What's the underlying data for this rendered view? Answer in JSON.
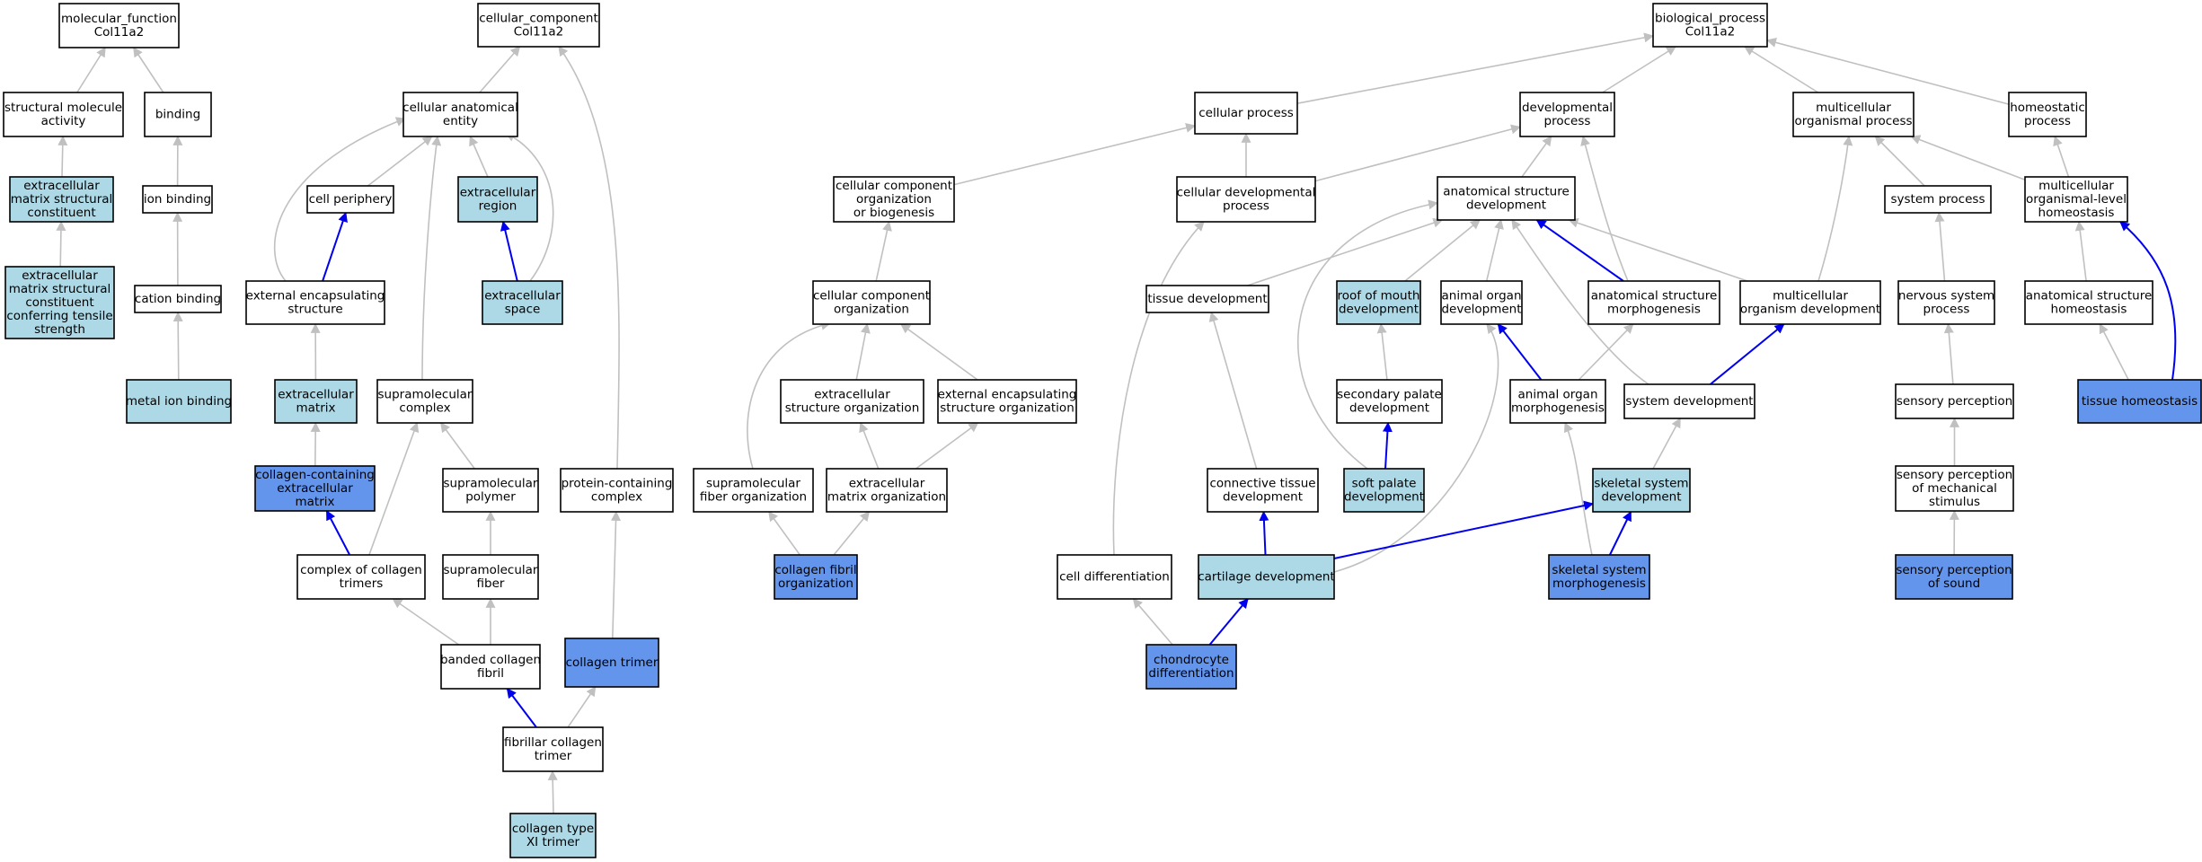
{
  "colors": {
    "plain": "#ffffff",
    "light": "#add8e6",
    "dark": "#6495ed",
    "edge_grey": "#c0c0c0",
    "edge_blue": "#0000ee"
  },
  "nodes": [
    {
      "id": "mf",
      "lines": [
        "molecular_function",
        "Col11a2"
      ],
      "fill": "plain"
    },
    {
      "id": "sma",
      "lines": [
        "structural molecule",
        "activity"
      ],
      "fill": "plain"
    },
    {
      "id": "binding",
      "lines": [
        "binding"
      ],
      "fill": "plain"
    },
    {
      "id": "ecmsc",
      "lines": [
        "extracellular",
        "matrix structural",
        "constituent"
      ],
      "fill": "light"
    },
    {
      "id": "ionb",
      "lines": [
        "ion binding"
      ],
      "fill": "plain"
    },
    {
      "id": "ecmts",
      "lines": [
        "extracellular",
        "matrix structural",
        "constituent",
        "conferring tensile",
        "strength"
      ],
      "fill": "light"
    },
    {
      "id": "cationb",
      "lines": [
        "cation binding"
      ],
      "fill": "plain"
    },
    {
      "id": "metal",
      "lines": [
        "metal ion binding"
      ],
      "fill": "light"
    },
    {
      "id": "cc",
      "lines": [
        "cellular_component",
        "Col11a2"
      ],
      "fill": "plain"
    },
    {
      "id": "cae",
      "lines": [
        "cellular anatomical",
        "entity"
      ],
      "fill": "plain"
    },
    {
      "id": "cperiph",
      "lines": [
        "cell periphery"
      ],
      "fill": "plain"
    },
    {
      "id": "ecreg",
      "lines": [
        "extracellular",
        "region"
      ],
      "fill": "light"
    },
    {
      "id": "ees",
      "lines": [
        "external encapsulating",
        "structure"
      ],
      "fill": "plain"
    },
    {
      "id": "ecspace",
      "lines": [
        "extracellular",
        "space"
      ],
      "fill": "light"
    },
    {
      "id": "ecmatrix",
      "lines": [
        "extracellular",
        "matrix"
      ],
      "fill": "light"
    },
    {
      "id": "supcomplex",
      "lines": [
        "supramolecular",
        "complex"
      ],
      "fill": "plain"
    },
    {
      "id": "ccecm",
      "lines": [
        "collagen-containing",
        "extracellular",
        "matrix"
      ],
      "fill": "dark"
    },
    {
      "id": "suppoly",
      "lines": [
        "supramolecular",
        "polymer"
      ],
      "fill": "plain"
    },
    {
      "id": "protcc",
      "lines": [
        "protein-containing",
        "complex"
      ],
      "fill": "plain"
    },
    {
      "id": "cct",
      "lines": [
        "complex of collagen",
        "trimers"
      ],
      "fill": "plain"
    },
    {
      "id": "supfiber",
      "lines": [
        "supramolecular",
        "fiber"
      ],
      "fill": "plain"
    },
    {
      "id": "bcf",
      "lines": [
        "banded collagen",
        "fibril"
      ],
      "fill": "plain"
    },
    {
      "id": "coltrimer",
      "lines": [
        "collagen trimer"
      ],
      "fill": "dark"
    },
    {
      "id": "fct",
      "lines": [
        "fibrillar collagen",
        "trimer"
      ],
      "fill": "plain"
    },
    {
      "id": "ct11",
      "lines": [
        "collagen type",
        "XI trimer"
      ],
      "fill": "light"
    },
    {
      "id": "bp",
      "lines": [
        "biological_process",
        "Col11a2"
      ],
      "fill": "plain"
    },
    {
      "id": "cellproc",
      "lines": [
        "cellular process"
      ],
      "fill": "plain"
    },
    {
      "id": "devproc",
      "lines": [
        "developmental",
        "process"
      ],
      "fill": "plain"
    },
    {
      "id": "multiproc",
      "lines": [
        "multicellular",
        "organismal process"
      ],
      "fill": "plain"
    },
    {
      "id": "homeo",
      "lines": [
        "homeostatic",
        "process"
      ],
      "fill": "plain"
    },
    {
      "id": "ccob",
      "lines": [
        "cellular component",
        "organization",
        "or biogenesis"
      ],
      "fill": "plain"
    },
    {
      "id": "cdp",
      "lines": [
        "cellular developmental",
        "process"
      ],
      "fill": "plain"
    },
    {
      "id": "asd",
      "lines": [
        "anatomical structure",
        "development"
      ],
      "fill": "plain"
    },
    {
      "id": "sysproc",
      "lines": [
        "system process"
      ],
      "fill": "plain"
    },
    {
      "id": "mlh",
      "lines": [
        "multicellular",
        "organismal-level",
        "homeostasis"
      ],
      "fill": "plain"
    },
    {
      "id": "cco",
      "lines": [
        "cellular component",
        "organization"
      ],
      "fill": "plain"
    },
    {
      "id": "tissdev",
      "lines": [
        "tissue development"
      ],
      "fill": "plain"
    },
    {
      "id": "roofdev",
      "lines": [
        "roof of mouth",
        "development"
      ],
      "fill": "light"
    },
    {
      "id": "aod",
      "lines": [
        "animal organ",
        "development"
      ],
      "fill": "plain"
    },
    {
      "id": "asm",
      "lines": [
        "anatomical structure",
        "morphogenesis"
      ],
      "fill": "plain"
    },
    {
      "id": "mod",
      "lines": [
        "multicellular",
        "organism development"
      ],
      "fill": "plain"
    },
    {
      "id": "nsp",
      "lines": [
        "nervous system",
        "process"
      ],
      "fill": "plain"
    },
    {
      "id": "ash",
      "lines": [
        "anatomical structure",
        "homeostasis"
      ],
      "fill": "plain"
    },
    {
      "id": "ecso",
      "lines": [
        "extracellular",
        "structure organization"
      ],
      "fill": "plain"
    },
    {
      "id": "eeso",
      "lines": [
        "external encapsulating",
        "structure organization"
      ],
      "fill": "plain"
    },
    {
      "id": "spd",
      "lines": [
        "secondary palate",
        "development"
      ],
      "fill": "plain"
    },
    {
      "id": "aom",
      "lines": [
        "animal organ",
        "morphogenesis"
      ],
      "fill": "plain"
    },
    {
      "id": "sysdev",
      "lines": [
        "system development"
      ],
      "fill": "plain"
    },
    {
      "id": "sensperc",
      "lines": [
        "sensory perception"
      ],
      "fill": "plain"
    },
    {
      "id": "tisshomeo",
      "lines": [
        "tissue homeostasis"
      ],
      "fill": "dark"
    },
    {
      "id": "sfo",
      "lines": [
        "supramolecular",
        "fiber organization"
      ],
      "fill": "plain"
    },
    {
      "id": "ecmo",
      "lines": [
        "extracellular",
        "matrix organization"
      ],
      "fill": "plain"
    },
    {
      "id": "ctd",
      "lines": [
        "connective tissue",
        "development"
      ],
      "fill": "plain"
    },
    {
      "id": "spald",
      "lines": [
        "soft palate",
        "development"
      ],
      "fill": "light"
    },
    {
      "id": "ssd",
      "lines": [
        "skeletal system",
        "development"
      ],
      "fill": "light"
    },
    {
      "id": "spms",
      "lines": [
        "sensory perception",
        "of mechanical",
        "stimulus"
      ],
      "fill": "plain"
    },
    {
      "id": "cfo",
      "lines": [
        "collagen fibril",
        "organization"
      ],
      "fill": "dark"
    },
    {
      "id": "celldiff",
      "lines": [
        "cell differentiation"
      ],
      "fill": "plain"
    },
    {
      "id": "cartdev",
      "lines": [
        "cartilage development"
      ],
      "fill": "light"
    },
    {
      "id": "ssm",
      "lines": [
        "skeletal system",
        "morphogenesis"
      ],
      "fill": "dark"
    },
    {
      "id": "spsound",
      "lines": [
        "sensory perception",
        "of sound"
      ],
      "fill": "dark"
    },
    {
      "id": "chondro",
      "lines": [
        "chondrocyte",
        "differentiation"
      ],
      "fill": "dark"
    }
  ],
  "edges": [
    {
      "from": "sma",
      "to": "mf",
      "kind": "grey"
    },
    {
      "from": "binding",
      "to": "mf",
      "kind": "grey"
    },
    {
      "from": "ecmsc",
      "to": "sma",
      "kind": "grey"
    },
    {
      "from": "ionb",
      "to": "binding",
      "kind": "grey"
    },
    {
      "from": "ecmts",
      "to": "ecmsc",
      "kind": "grey"
    },
    {
      "from": "cationb",
      "to": "ionb",
      "kind": "grey"
    },
    {
      "from": "metal",
      "to": "cationb",
      "kind": "grey"
    },
    {
      "from": "cae",
      "to": "cc",
      "kind": "grey"
    },
    {
      "from": "protcc",
      "to": "cc",
      "kind": "grey"
    },
    {
      "from": "cperiph",
      "to": "cae",
      "kind": "grey"
    },
    {
      "from": "ecreg",
      "to": "cae",
      "kind": "grey"
    },
    {
      "from": "ees",
      "to": "cae",
      "kind": "grey"
    },
    {
      "from": "ecspace",
      "to": "cae",
      "kind": "grey"
    },
    {
      "from": "supcomplex",
      "to": "cae",
      "kind": "grey"
    },
    {
      "from": "ees",
      "to": "cperiph",
      "kind": "blue"
    },
    {
      "from": "ecspace",
      "to": "ecreg",
      "kind": "blue"
    },
    {
      "from": "ecmatrix",
      "to": "ees",
      "kind": "grey"
    },
    {
      "from": "ccecm",
      "to": "ecmatrix",
      "kind": "grey"
    },
    {
      "from": "suppoly",
      "to": "supcomplex",
      "kind": "grey"
    },
    {
      "from": "cct",
      "to": "supcomplex",
      "kind": "grey"
    },
    {
      "from": "cct",
      "to": "ccecm",
      "kind": "blue"
    },
    {
      "from": "supfiber",
      "to": "suppoly",
      "kind": "grey"
    },
    {
      "from": "bcf",
      "to": "supfiber",
      "kind": "grey"
    },
    {
      "from": "bcf",
      "to": "cct",
      "kind": "grey"
    },
    {
      "from": "coltrimer",
      "to": "protcc",
      "kind": "grey"
    },
    {
      "from": "fct",
      "to": "bcf",
      "kind": "blue"
    },
    {
      "from": "fct",
      "to": "coltrimer",
      "kind": "grey"
    },
    {
      "from": "ct11",
      "to": "fct",
      "kind": "grey"
    },
    {
      "from": "cellproc",
      "to": "bp",
      "kind": "grey"
    },
    {
      "from": "devproc",
      "to": "bp",
      "kind": "grey"
    },
    {
      "from": "multiproc",
      "to": "bp",
      "kind": "grey"
    },
    {
      "from": "homeo",
      "to": "bp",
      "kind": "grey"
    },
    {
      "from": "ccob",
      "to": "cellproc",
      "kind": "grey"
    },
    {
      "from": "cdp",
      "to": "cellproc",
      "kind": "grey"
    },
    {
      "from": "cdp",
      "to": "devproc",
      "kind": "grey"
    },
    {
      "from": "asd",
      "to": "devproc",
      "kind": "grey"
    },
    {
      "from": "asm",
      "to": "devproc",
      "kind": "grey"
    },
    {
      "from": "sysproc",
      "to": "multiproc",
      "kind": "grey"
    },
    {
      "from": "mlh",
      "to": "multiproc",
      "kind": "grey"
    },
    {
      "from": "mod",
      "to": "multiproc",
      "kind": "grey"
    },
    {
      "from": "mlh",
      "to": "homeo",
      "kind": "grey"
    },
    {
      "from": "cco",
      "to": "ccob",
      "kind": "grey"
    },
    {
      "from": "celldiff",
      "to": "cdp",
      "kind": "grey"
    },
    {
      "from": "tissdev",
      "to": "asd",
      "kind": "grey"
    },
    {
      "from": "roofdev",
      "to": "asd",
      "kind": "grey"
    },
    {
      "from": "aod",
      "to": "asd",
      "kind": "grey"
    },
    {
      "from": "asm",
      "to": "asd",
      "kind": "blue"
    },
    {
      "from": "mod",
      "to": "asd",
      "kind": "grey"
    },
    {
      "from": "sysdev",
      "to": "asd",
      "kind": "grey"
    },
    {
      "from": "spald",
      "to": "asd",
      "kind": "grey"
    },
    {
      "from": "nsp",
      "to": "sysproc",
      "kind": "grey"
    },
    {
      "from": "ash",
      "to": "mlh",
      "kind": "grey"
    },
    {
      "from": "tisshomeo",
      "to": "mlh",
      "kind": "blue"
    },
    {
      "from": "ecso",
      "to": "cco",
      "kind": "grey"
    },
    {
      "from": "eeso",
      "to": "cco",
      "kind": "grey"
    },
    {
      "from": "sfo",
      "to": "cco",
      "kind": "grey"
    },
    {
      "from": "ctd",
      "to": "tissdev",
      "kind": "grey"
    },
    {
      "from": "spd",
      "to": "roofdev",
      "kind": "grey"
    },
    {
      "from": "aom",
      "to": "aod",
      "kind": "blue"
    },
    {
      "from": "cartdev",
      "to": "aod",
      "kind": "grey"
    },
    {
      "from": "aom",
      "to": "asm",
      "kind": "grey"
    },
    {
      "from": "sysdev",
      "to": "mod",
      "kind": "blue"
    },
    {
      "from": "sensperc",
      "to": "nsp",
      "kind": "grey"
    },
    {
      "from": "tisshomeo",
      "to": "ash",
      "kind": "grey"
    },
    {
      "from": "ecmo",
      "to": "ecso",
      "kind": "grey"
    },
    {
      "from": "ecmo",
      "to": "eeso",
      "kind": "grey"
    },
    {
      "from": "spald",
      "to": "spd",
      "kind": "blue"
    },
    {
      "from": "ssm",
      "to": "aom",
      "kind": "grey"
    },
    {
      "from": "ssd",
      "to": "sysdev",
      "kind": "grey"
    },
    {
      "from": "spms",
      "to": "sensperc",
      "kind": "grey"
    },
    {
      "from": "cfo",
      "to": "sfo",
      "kind": "grey"
    },
    {
      "from": "cfo",
      "to": "ecmo",
      "kind": "grey"
    },
    {
      "from": "cartdev",
      "to": "ctd",
      "kind": "blue"
    },
    {
      "from": "cartdev",
      "to": "ssd",
      "kind": "blue"
    },
    {
      "from": "ssm",
      "to": "ssd",
      "kind": "blue"
    },
    {
      "from": "spsound",
      "to": "spms",
      "kind": "grey"
    },
    {
      "from": "chondro",
      "to": "celldiff",
      "kind": "grey"
    },
    {
      "from": "chondro",
      "to": "cartdev",
      "kind": "blue"
    }
  ]
}
